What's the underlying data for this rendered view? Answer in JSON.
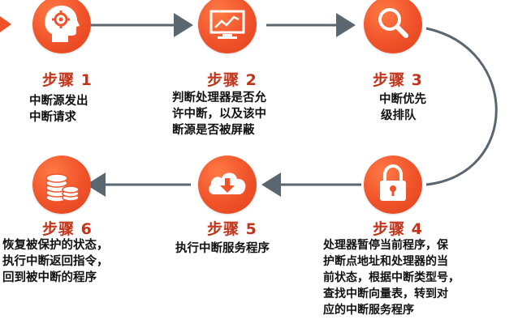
{
  "steps": [
    {
      "label": "步骤 1",
      "desc": [
        "中断源发出",
        "中断请求"
      ],
      "icon": "head-gear-icon"
    },
    {
      "label": "步骤 2",
      "desc": [
        "判断处理器是否允",
        "许中断，以及该中",
        "断源是否被屏蔽"
      ],
      "icon": "monitor-chart-icon"
    },
    {
      "label": "步骤 3",
      "desc": [
        "中断优先",
        "级排队"
      ],
      "icon": "magnifier-icon"
    },
    {
      "label": "步骤 4",
      "desc": [
        "处理器暂停当前程序，保",
        "护断点地址和处理器的当",
        "前状态，根据中断类型号，",
        "查找中断向量表，转到对",
        "应的中断服务程序"
      ],
      "icon": "padlock-icon"
    },
    {
      "label": "步骤 5",
      "desc": [
        "执行中断服务程序"
      ],
      "icon": "cloud-download-icon"
    },
    {
      "label": "步骤 6",
      "desc": [
        "恢复被保护的状态，",
        "执行中断返回指令，",
        "回到被中断的程序"
      ],
      "icon": "coin-stack-icon"
    }
  ],
  "colors": {
    "accent": "#f0522a",
    "label": "#c2341a",
    "connector": "#5a6670",
    "text": "#111111"
  }
}
